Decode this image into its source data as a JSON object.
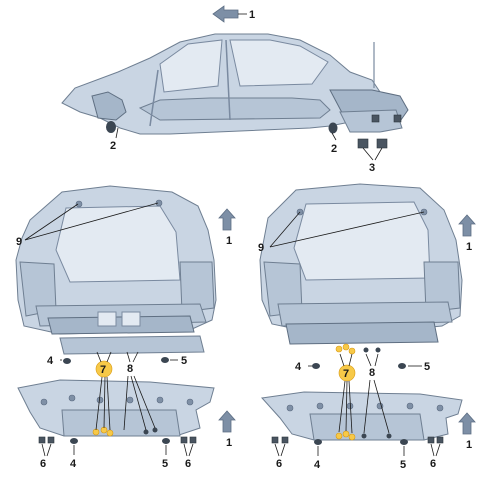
{
  "callouts": {
    "c1": "1",
    "c2": "2",
    "c3": "3",
    "c4": "4",
    "c5": "5",
    "c6": "6",
    "c7": "7",
    "c8": "8",
    "c9": "9"
  },
  "colors": {
    "body": "#c9d5e3",
    "highlight": "#f7c948",
    "callout_text": "#1a1a1a"
  }
}
